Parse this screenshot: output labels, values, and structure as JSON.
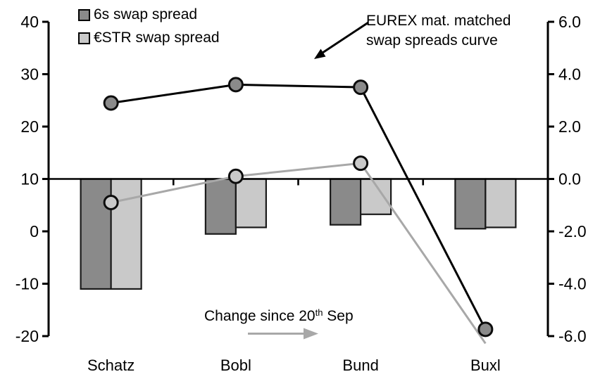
{
  "chart_data": {
    "type": "combo-bar-line",
    "title": "",
    "categories": [
      "Schatz",
      "Bobl",
      "Bund",
      "Buxl"
    ],
    "left_axis": {
      "ticks": [
        "40",
        "30",
        "20",
        "10",
        "0",
        "-10",
        "-20"
      ],
      "min": -20,
      "max": 40
    },
    "right_axis": {
      "ticks": [
        "6.0",
        "4.0",
        "2.0",
        "0.0",
        "-2.0",
        "-4.0",
        "-6.0"
      ],
      "min": -6,
      "max": 6
    },
    "baseline_left_value": 10,
    "grid": "off",
    "legend_position": "top-left",
    "colors": {
      "dark_gray_fill": "#8a8a8a",
      "light_gray_fill": "#c9c9c9",
      "gray_line": "#a8a8a8",
      "black": "#000000",
      "bar_border": "#1a1a1a"
    },
    "bar_series": [
      {
        "id": "6s",
        "name": "6s swap spread (change, rhs)",
        "axis": "right",
        "color": "#8a8a8a",
        "values": [
          -4.2,
          -2.1,
          -1.75,
          -1.9
        ]
      },
      {
        "id": "estr",
        "name": "€STR swap spread (change, rhs)",
        "axis": "right",
        "color": "#c9c9c9",
        "values": [
          -4.2,
          -1.85,
          -1.35,
          -1.85
        ]
      }
    ],
    "line_series": [
      {
        "id": "estr",
        "name": "€STR swap spread (level, lhs)",
        "axis": "left",
        "color": "#a8a8a8",
        "marker_fill": "#c9c9c9",
        "values": [
          5.5,
          10.5,
          13,
          -21.4
        ],
        "markers": [
          true,
          true,
          true,
          false
        ]
      },
      {
        "id": "6s",
        "name": "6s swap spread (level, lhs)",
        "axis": "left",
        "color": "#000000",
        "marker_fill": "#8a8a8a",
        "values": [
          24.5,
          28,
          27.5,
          -18.7
        ],
        "markers": [
          true,
          true,
          true,
          true
        ]
      }
    ],
    "legend": [
      {
        "label": "6s swap spread",
        "color": "#8a8a8a"
      },
      {
        "label": "€STR swap spread",
        "color": "#c9c9c9"
      }
    ],
    "annotations": {
      "curve_note_line1": "EUREX mat. matched",
      "curve_note_line2": "swap spreads curve",
      "change_prefix": "Change since 20",
      "change_sup": "th",
      "change_suffix": " Sep"
    }
  }
}
